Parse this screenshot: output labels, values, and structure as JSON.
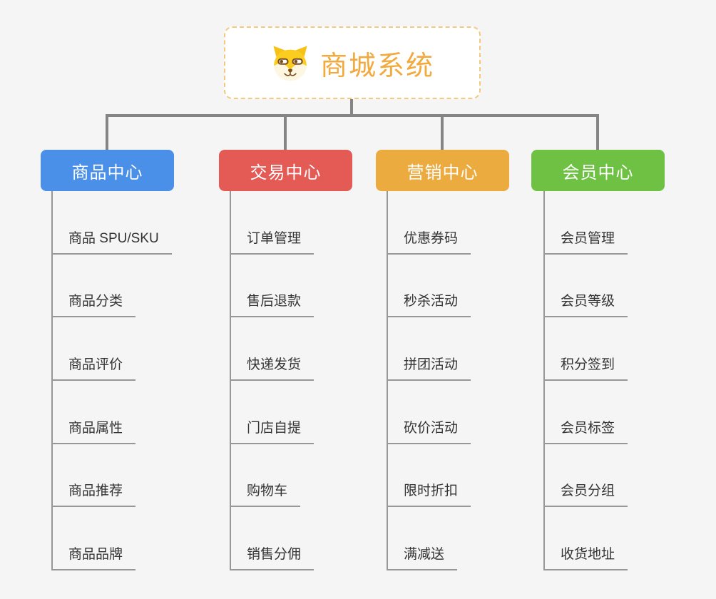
{
  "root": {
    "title": "商城系统",
    "icon": "doge-icon"
  },
  "branches": [
    {
      "label": "商品中心",
      "color": "#4a8fe8",
      "children": [
        "商品 SPU/SKU",
        "商品分类",
        "商品评价",
        "商品属性",
        "商品推荐",
        "商品品牌"
      ]
    },
    {
      "label": "交易中心",
      "color": "#e45a55",
      "children": [
        "订单管理",
        "售后退款",
        "快递发货",
        "门店自提",
        "购物车",
        "销售分佣"
      ]
    },
    {
      "label": "营销中心",
      "color": "#ecab3f",
      "children": [
        "优惠券码",
        "秒杀活动",
        "拼团活动",
        "砍价活动",
        "限时折扣",
        "满减送"
      ]
    },
    {
      "label": "会员中心",
      "color": "#6fc143",
      "children": [
        "会员管理",
        "会员等级",
        "积分签到",
        "会员标签",
        "会员分组",
        "收货地址"
      ]
    }
  ],
  "colors": {
    "background": "#f5f5f5",
    "root_border": "#f3c97f",
    "root_text": "#f2a93d",
    "connector": "#858585",
    "child_line": "#979797",
    "child_text": "#333333"
  }
}
